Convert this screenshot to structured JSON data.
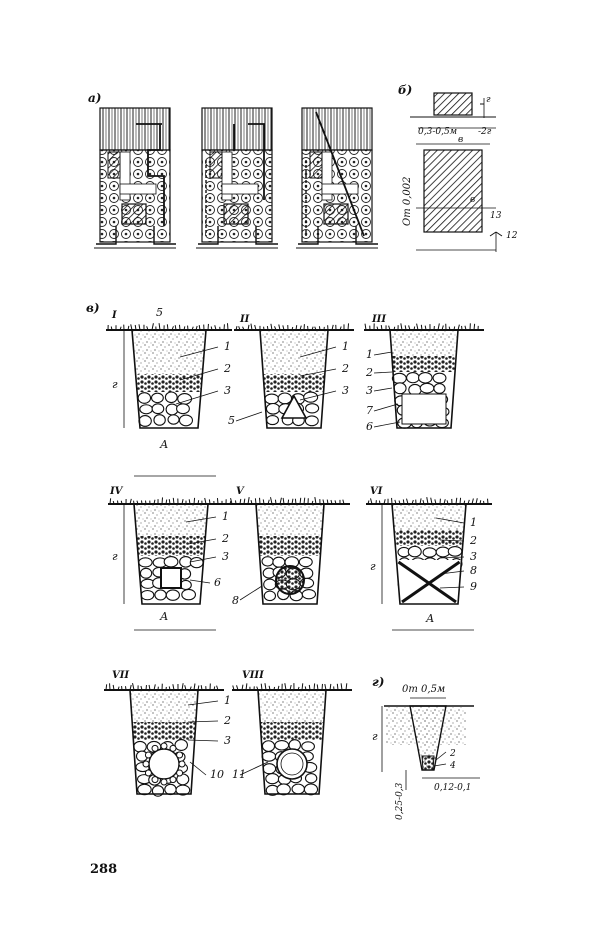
{
  "page_number": "288",
  "section_labels": {
    "a": "а)",
    "b": "б)",
    "v": "в)",
    "g": "г)"
  },
  "figure_b": {
    "dims": [
      "0,3-0,5м",
      "-2г"
    ],
    "letters": [
      "в",
      "в",
      "г"
    ],
    "slope": "От 0,002",
    "callouts": [
      "13",
      "12"
    ]
  },
  "trenches": [
    {
      "roman": "I",
      "callouts": [
        "5",
        "1",
        "2",
        "3"
      ],
      "height_label": "г",
      "width_label": "А"
    },
    {
      "roman": "II",
      "callouts": [
        "1",
        "2",
        "3",
        "5"
      ]
    },
    {
      "roman": "III",
      "callouts": [
        "1",
        "2",
        "3",
        "7",
        "6"
      ]
    },
    {
      "roman": "IV",
      "callouts": [
        "1",
        "2",
        "3",
        "6"
      ],
      "height_label": "г",
      "width_label": "А"
    },
    {
      "roman": "V",
      "callouts": [
        "8"
      ]
    },
    {
      "roman": "VI",
      "callouts": [
        "1",
        "2",
        "3",
        "8",
        "9"
      ],
      "height_label": "г",
      "width_label": "А"
    },
    {
      "roman": "VII",
      "callouts": [
        "1",
        "2",
        "3",
        "10"
      ]
    },
    {
      "roman": "VIII",
      "callouts": [
        "11"
      ]
    }
  ],
  "figure_g": {
    "top_width": "0т 0,5м",
    "callouts": [
      "2",
      "4"
    ],
    "height_label": "г",
    "bottom_depth": "0,25-0,3",
    "bottom_width": "0,12-0,1"
  }
}
